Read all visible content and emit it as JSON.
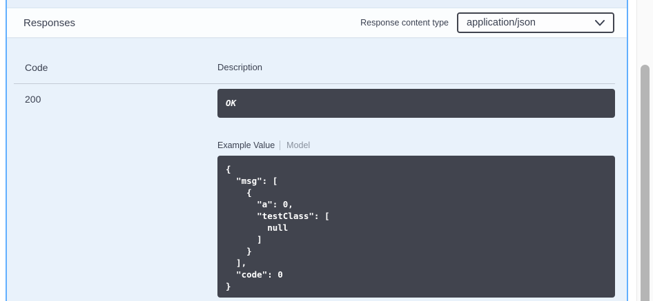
{
  "panel": {
    "header": {
      "title": "Responses",
      "content_type_label": "Response content type",
      "content_type_value": "application/json"
    },
    "table": {
      "col_code": "Code",
      "col_description": "Description",
      "row": {
        "code": "200",
        "description_markdown": "OK",
        "tabs": {
          "example": "Example Value",
          "model": "Model"
        },
        "example_json": "{\n  \"msg\": [\n    {\n      \"a\": 0,\n      \"testClass\": [\n        null\n      ]\n    }\n  ],\n  \"code\": 0\n}"
      }
    }
  },
  "icons": {
    "dropdown": "chevron-down-icon"
  },
  "colors": {
    "accent_blue": "#61affe",
    "panel_bg": "#e9f2fb",
    "header_bg": "#fbfdfe",
    "dark_slate": "#41444e",
    "text": "#3b4151"
  }
}
